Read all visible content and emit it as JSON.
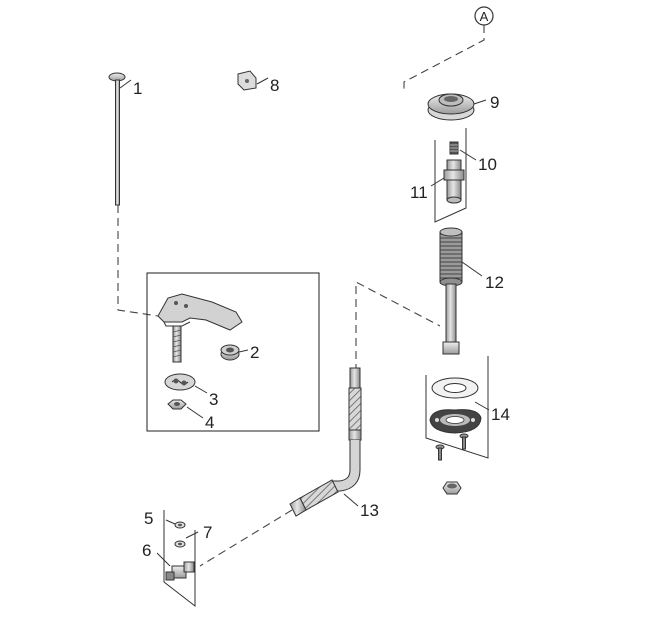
{
  "callouts": {
    "n1": "1",
    "n2": "2",
    "n3": "3",
    "n4": "4",
    "n5": "5",
    "n6": "6",
    "n7": "7",
    "n8": "8",
    "n9": "9",
    "n10": "10",
    "n11": "11",
    "n12": "12",
    "n13": "13",
    "n14": "14",
    "ref_a": "A"
  }
}
